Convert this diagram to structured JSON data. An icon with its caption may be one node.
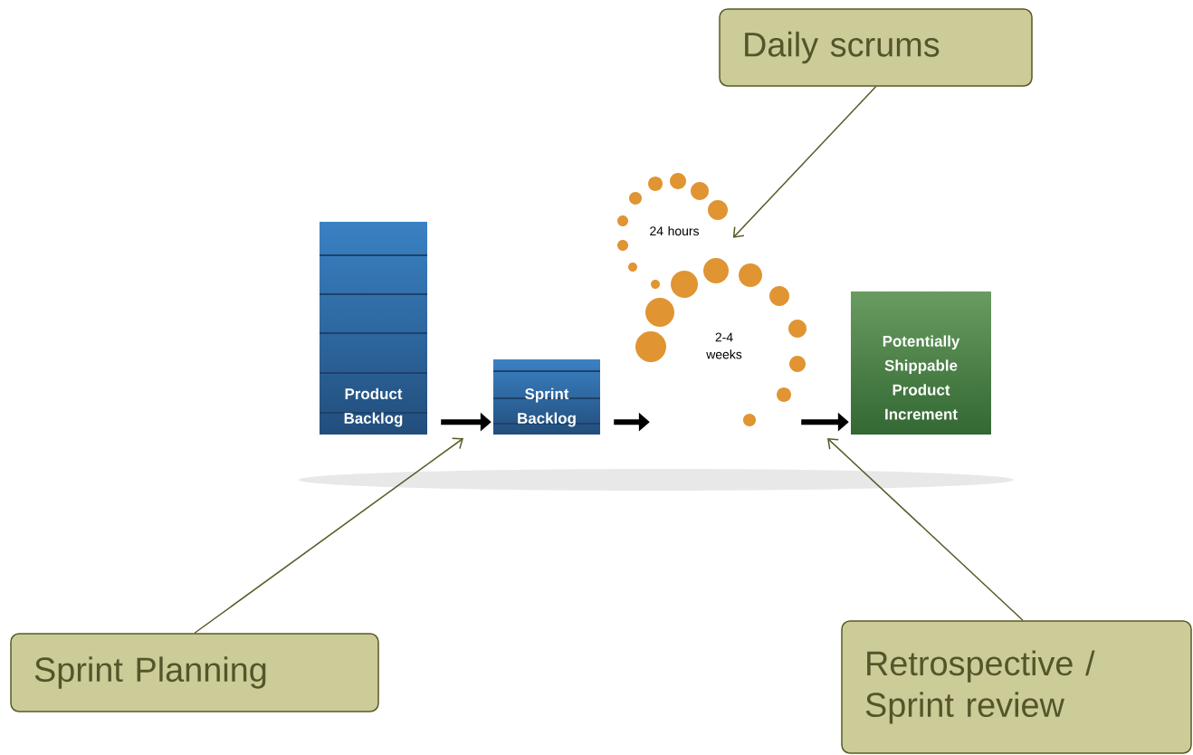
{
  "diagram": {
    "nodes": [
      {
        "text": [
          "Daily scrums"
        ]
      },
      {
        "text": [
          "Product Backlog"
        ]
      },
      {
        "text": [
          "Sprint Backlog"
        ]
      },
      {
        "text": [
          "24 hours",
          "2-4 weeks"
        ]
      },
      {
        "text": [
          "Potentially Shippable Product Increment"
        ]
      },
      {
        "text": [
          "Sprint Planning"
        ]
      },
      {
        "text": [
          "Retrospective / Sprint review"
        ]
      }
    ],
    "edges": [
      {
        "from": 1,
        "to": 2,
        "arrow": "to",
        "style": "thick"
      },
      {
        "from": 2,
        "to": 3,
        "arrow": "to",
        "style": "thick"
      },
      {
        "from": 3,
        "to": 4,
        "arrow": "to",
        "style": "thick"
      },
      {
        "from": 0,
        "to": 3,
        "arrow": "to"
      },
      {
        "from": 5,
        "to": null,
        "arrow": "to"
      },
      {
        "from": 6,
        "to": null,
        "arrow": "to"
      }
    ]
  }
}
